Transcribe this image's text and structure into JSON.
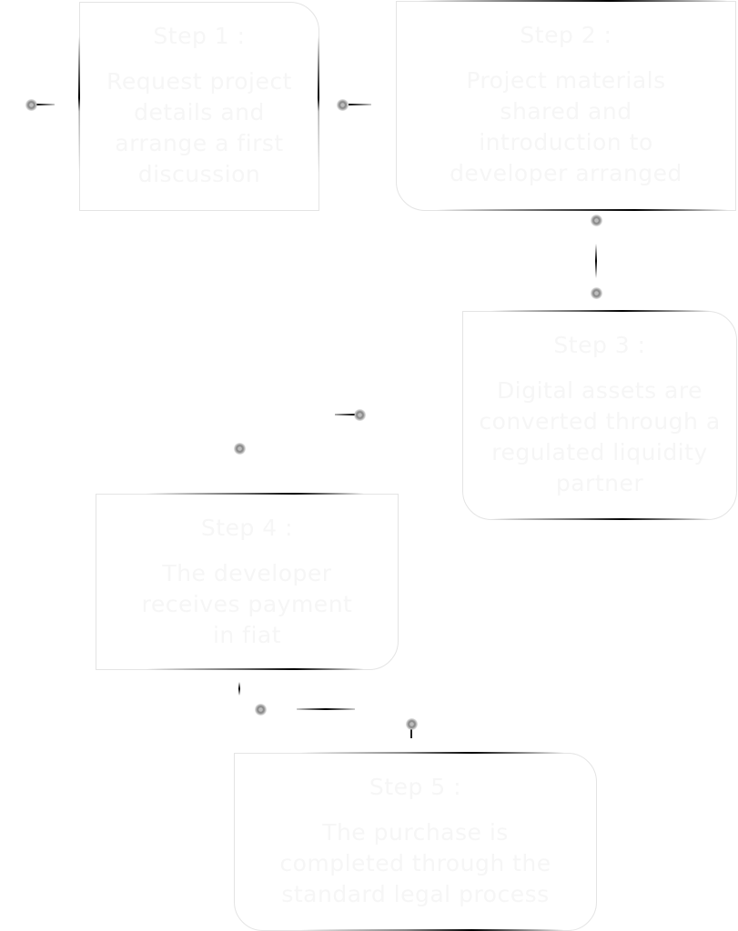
{
  "diagram": {
    "steps": [
      {
        "title": "Step 1 :",
        "description": "Request project details and arrange a first discussion"
      },
      {
        "title": "Step 2 :",
        "description": "Project materials shared and introduction to developer arranged"
      },
      {
        "title": "Step 3 :",
        "description": "Digital assets are converted through a regulated liquidity partner"
      },
      {
        "title": "Step 4 :",
        "description": "The developer receives payment in fiat"
      },
      {
        "title": "Step 5 :",
        "description": "The purchase is completed through the standard legal process"
      }
    ],
    "colors": {
      "box_border": "#e4e4e4",
      "text": "#f6f6f6",
      "connector": "#1a1a1a",
      "dot": "#8e8e8e"
    }
  }
}
